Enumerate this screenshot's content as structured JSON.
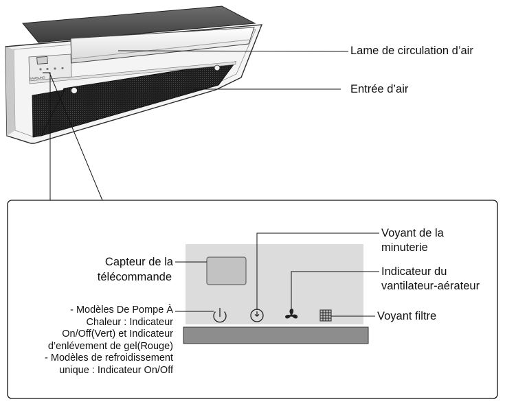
{
  "brand": "SAMSUNG",
  "callouts": {
    "air_blade": "Lame de circulation d’air",
    "air_inlet": "Entrée d’air",
    "timer_line1": "Voyant de la",
    "timer_line2": "minuterie",
    "remote_line1": "Capteur de la",
    "remote_line2": "télécommande",
    "fan_line1": "Indicateur du",
    "fan_line2": "vantilateur-aérateur",
    "filter": "Voyant filtre",
    "power_lines": [
      "- Modèles De Pompe À",
      "Chaleur : Indicateur",
      "On/Off(Vert) et Indicateur",
      "d’enlévement de gel(Rouge)",
      "- Modèles de refroidissement",
      "unique : Indicateur On/Off"
    ]
  },
  "icons": [
    "power-icon",
    "timer-icon",
    "fan-icon",
    "filter-icon"
  ],
  "colors": {
    "panel": "#dcdcdc",
    "bar": "#8d8d8d",
    "grille": "#2a2a2a",
    "line": "#111111"
  }
}
